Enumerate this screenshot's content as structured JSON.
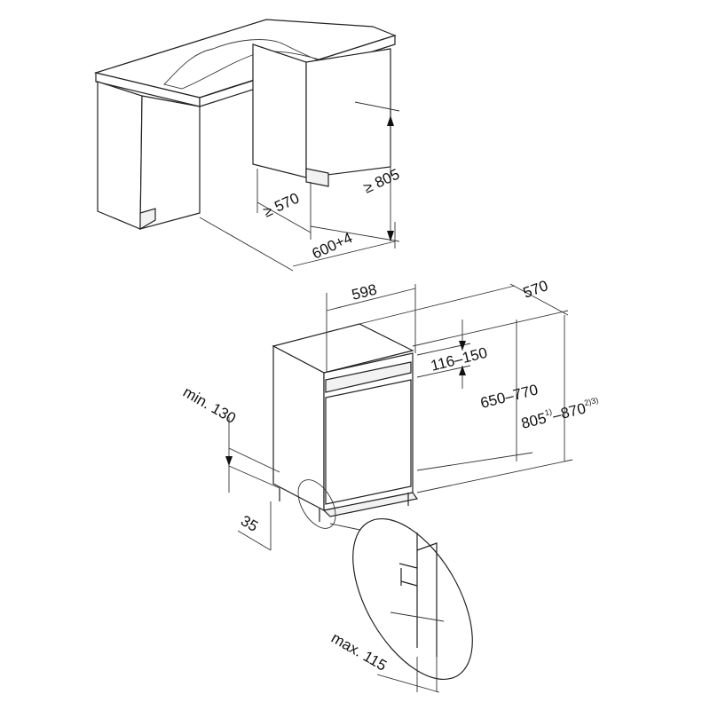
{
  "top_view": {
    "height_label": "≥ 805",
    "depth_label": "≥ 570",
    "width_label": "600+4"
  },
  "bottom_view": {
    "width_label": "598",
    "depth_label": "570",
    "plinth_label": "116–150",
    "inner_height_label": "650–770",
    "total_height_label": "805",
    "total_height_sup1": "1)",
    "total_height_to": "–870",
    "total_height_sup2": "2)3)",
    "min_label": "min. 130",
    "foot_label": "35",
    "max_label": "max. 115"
  }
}
